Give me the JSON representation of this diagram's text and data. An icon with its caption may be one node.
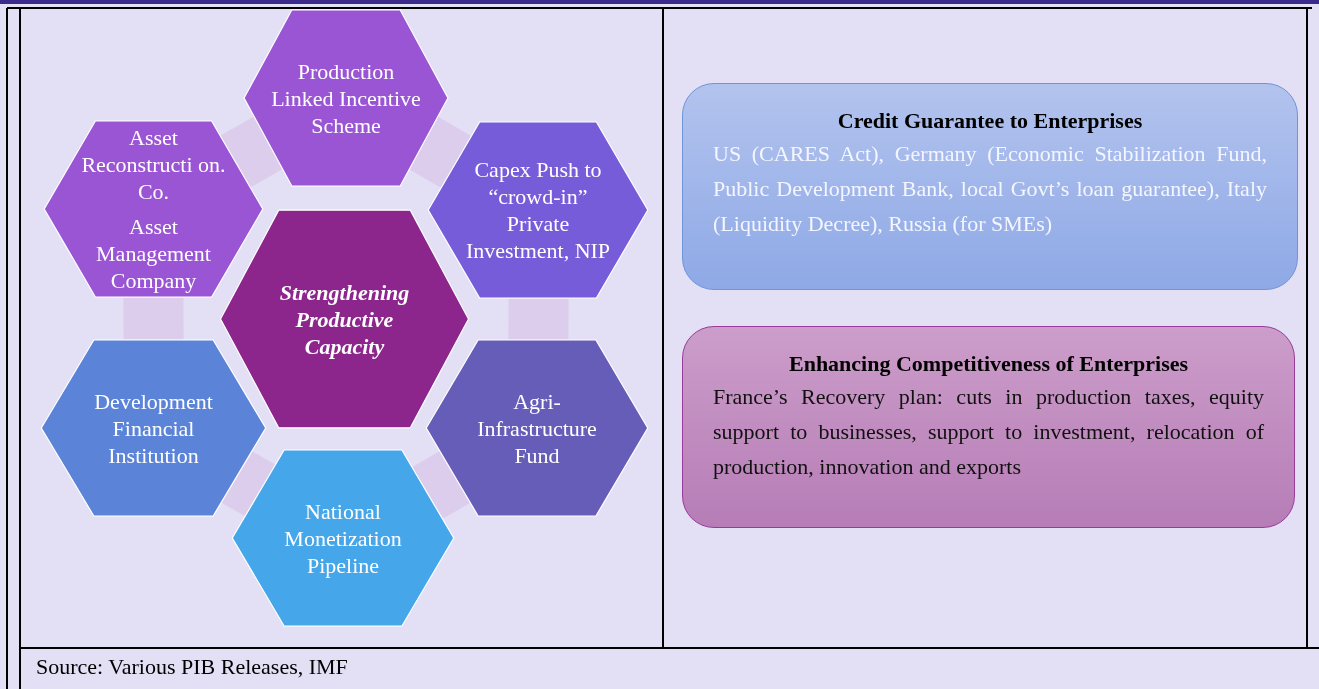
{
  "diagram": {
    "caption": "Source: Various PIB Releases, IMF",
    "nodes": [
      {
        "text": [
          "Production Linked Incentive Scheme"
        ]
      },
      {
        "text": [
          "Asset Reconstructi on. Co.",
          "Asset Management Company"
        ]
      },
      {
        "text": [
          "Capex Push to “crowd-in” Private Investment, NIP"
        ]
      },
      {
        "text": [
          "Strengthening Productive Capacity"
        ]
      },
      {
        "text": [
          "Development Financial Institution"
        ]
      },
      {
        "text": [
          "Agri-Infrastructure Fund"
        ]
      },
      {
        "text": [
          "National Monetization Pipeline"
        ]
      },
      {
        "text": [
          "Credit Guarantee to Enterprises",
          "US (CARES Act), Germany (Economic Stabilization Fund, Public Development Bank, local Govt’s loan guarantee), Italy (Liquidity Decree), Russia (for SMEs)"
        ]
      },
      {
        "text": [
          "Enhancing Competitiveness of Enterprises",
          "France’s Recovery plan: cuts in production taxes, equity support to businesses, support to investment, relocation of production, innovation and exports"
        ]
      }
    ],
    "edges": []
  }
}
